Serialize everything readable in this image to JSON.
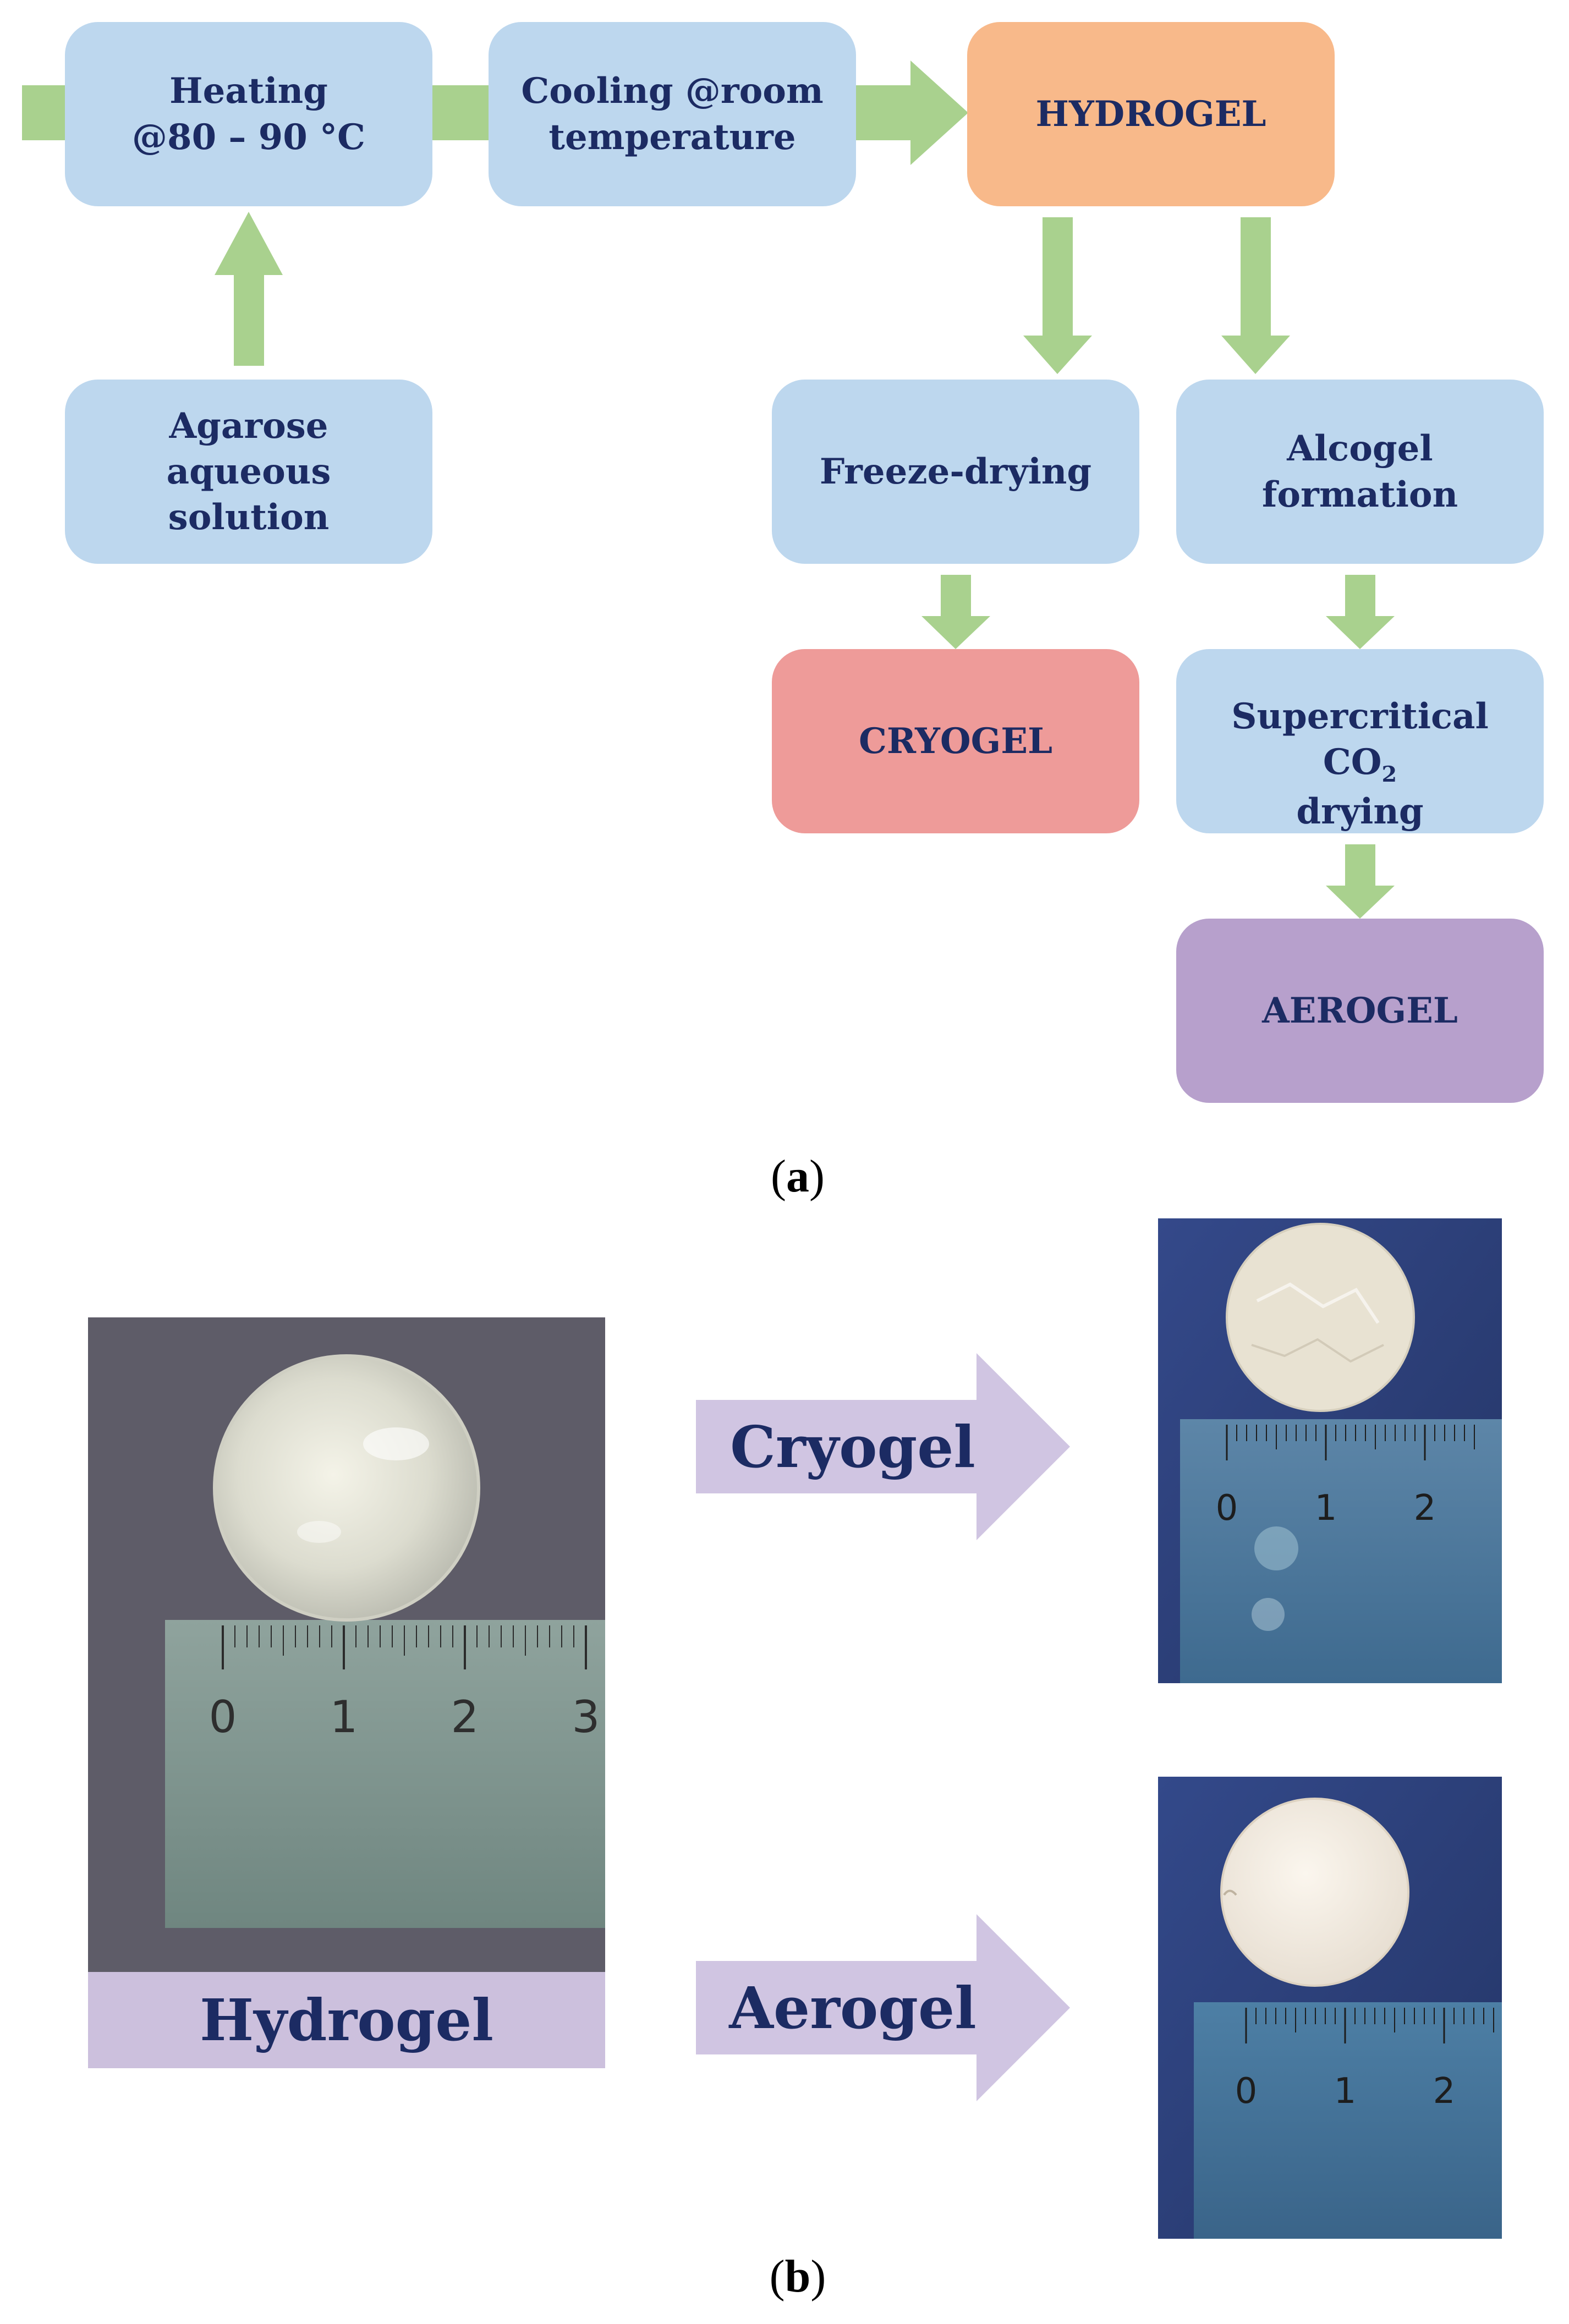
{
  "panel_a": {
    "caption_letter": "a",
    "boxes": {
      "heating": "Heating\n@80 – 90 °C",
      "cooling": "Cooling @room\ntemperature",
      "hydrogel": "HYDROGEL",
      "agarose": "Agarose aqueous\nsolution",
      "freeze_drying": "Freeze-drying",
      "alcogel": "Alcogel\nformation",
      "cryogel": "CRYOGEL",
      "supercritical_main": "Supercritical CO",
      "supercritical_sub": "2",
      "supercritical_line2": "drying",
      "aerogel": "AEROGEL"
    },
    "colors": {
      "process_box": "#bdd7ee",
      "hydrogel_box": "#f8b98a",
      "cryogel_box": "#ee9b99",
      "aerogel_box": "#b7a0cc",
      "arrow": "#a9d18e",
      "text": "#1c2b63"
    }
  },
  "panel_b": {
    "caption_letter": "b",
    "hydrogel_label": "Hydrogel",
    "cryogel_arrow_label": "Cryogel",
    "aerogel_arrow_label": "Aerogel",
    "hydrogel_ruler_ticks": [
      "0",
      "1",
      "2",
      "3"
    ],
    "cryogel_ruler_ticks": [
      "0",
      "1",
      "2"
    ],
    "aerogel_ruler_ticks": [
      "0",
      "1",
      "2"
    ],
    "colors": {
      "label_bg": "#ccc0dd",
      "arrow": "#d0c5e2"
    }
  }
}
